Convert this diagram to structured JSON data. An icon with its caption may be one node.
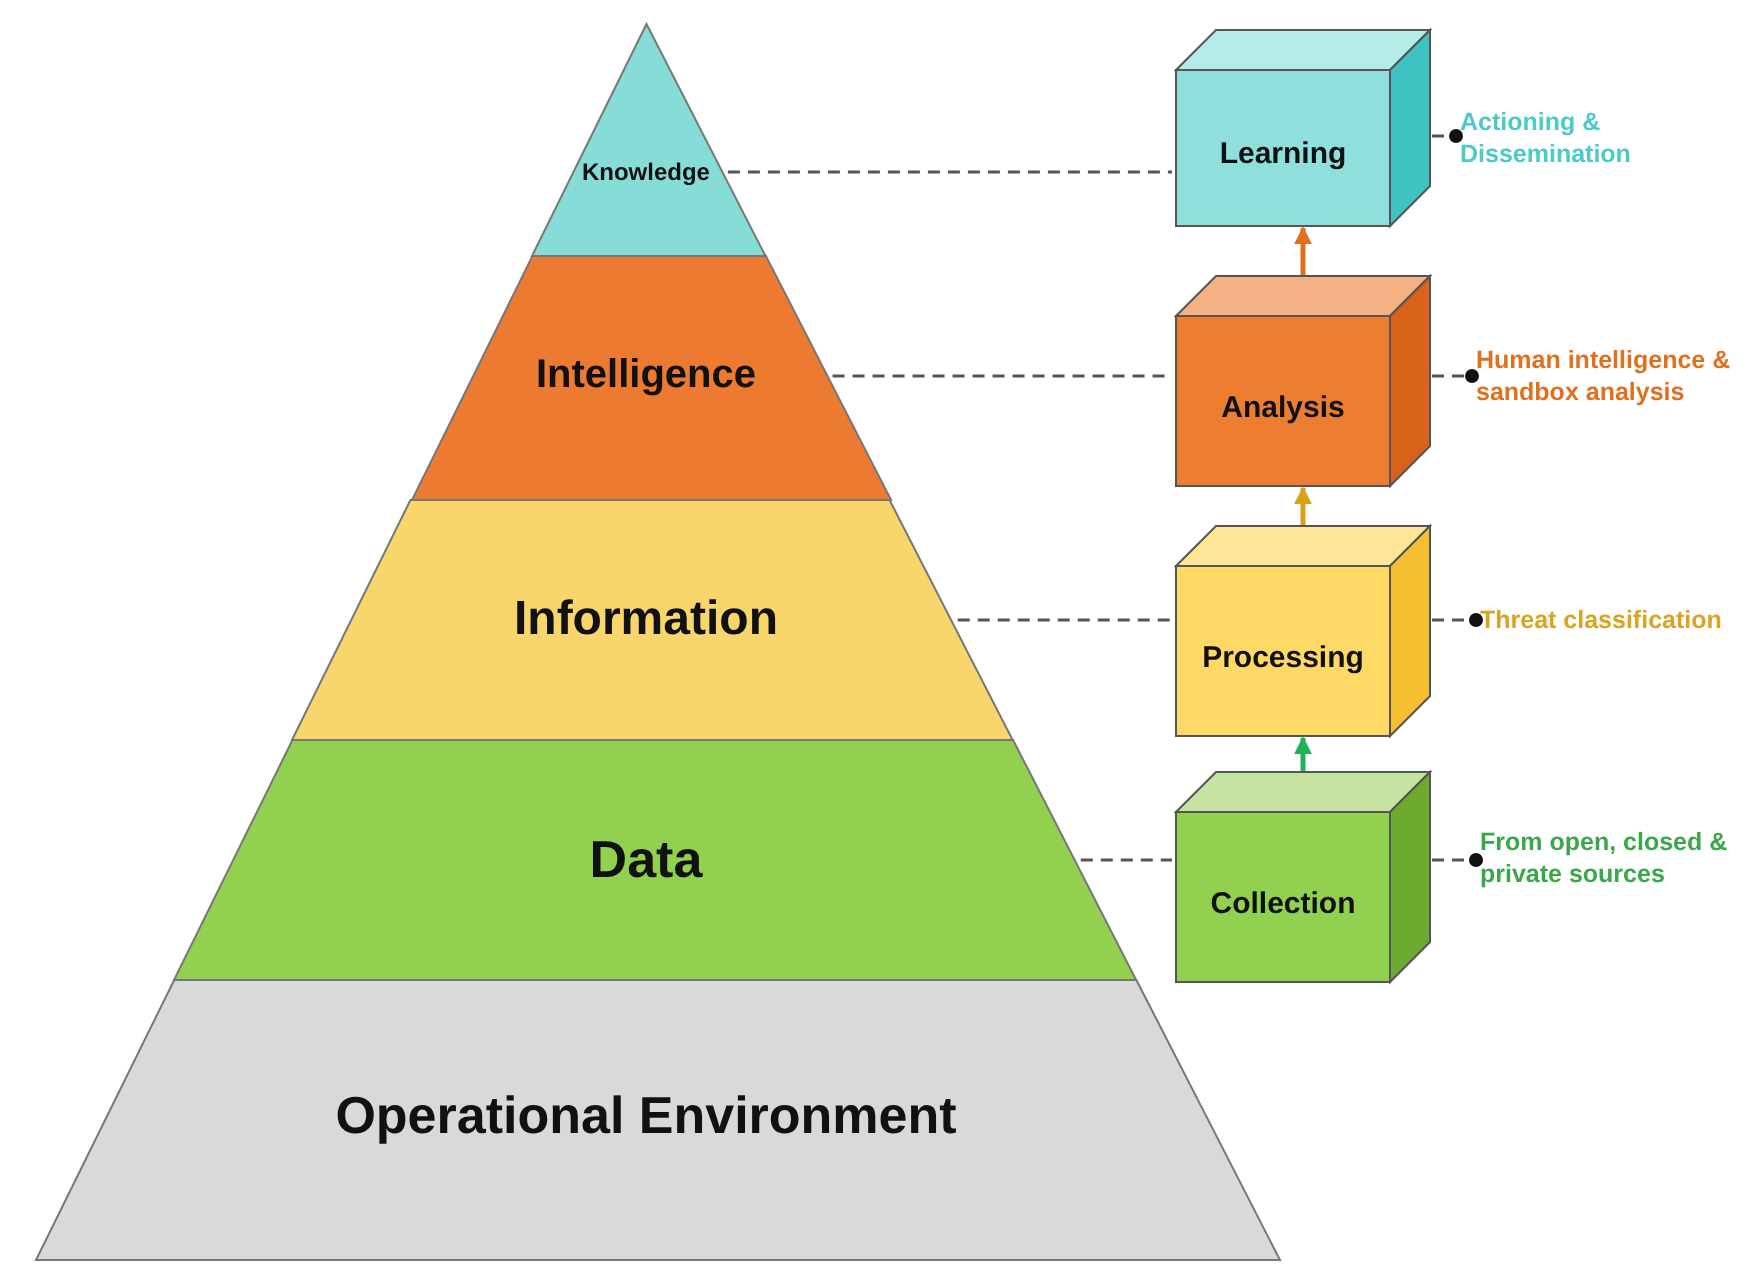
{
  "diagram": {
    "nodes": [
      {
        "text": [
          "Knowledge"
        ]
      },
      {
        "text": [
          "Intelligence"
        ]
      },
      {
        "text": [
          "Information"
        ]
      },
      {
        "text": [
          "Data"
        ]
      },
      {
        "text": [
          "Operational Environment"
        ]
      },
      {
        "text": [
          "Learning"
        ]
      },
      {
        "text": [
          "Analysis"
        ]
      },
      {
        "text": [
          "Processing"
        ]
      },
      {
        "text": [
          "Collection"
        ]
      },
      {
        "text": [
          "Actioning & Dissemination"
        ]
      },
      {
        "text": [
          "Human intelligence & sandbox analysis"
        ]
      },
      {
        "text": [
          "Threat classification"
        ]
      },
      {
        "text": [
          "From open, closed & private sources"
        ]
      }
    ],
    "edges": [
      {
        "from": 0,
        "to": 5,
        "arrow": "none",
        "style": "dashed"
      },
      {
        "from": 1,
        "to": 6,
        "arrow": "none",
        "style": "dashed"
      },
      {
        "from": 2,
        "to": 7,
        "arrow": "none",
        "style": "dashed"
      },
      {
        "from": 3,
        "to": 8,
        "arrow": "none",
        "style": "dashed"
      },
      {
        "from": 5,
        "to": 9,
        "arrow": "other",
        "style": "dashed"
      },
      {
        "from": 6,
        "to": 10,
        "arrow": "other",
        "style": "dashed"
      },
      {
        "from": 7,
        "to": 11,
        "arrow": "other",
        "style": "dashed"
      },
      {
        "from": 8,
        "to": 12,
        "arrow": "other",
        "style": "dashed"
      },
      {
        "from": 8,
        "to": 7,
        "arrow": "to",
        "color": "#22b05a"
      },
      {
        "from": 7,
        "to": 6,
        "arrow": "to",
        "color": "#d9a01a"
      },
      {
        "from": 6,
        "to": 5,
        "arrow": "to",
        "color": "#e07020"
      }
    ]
  }
}
